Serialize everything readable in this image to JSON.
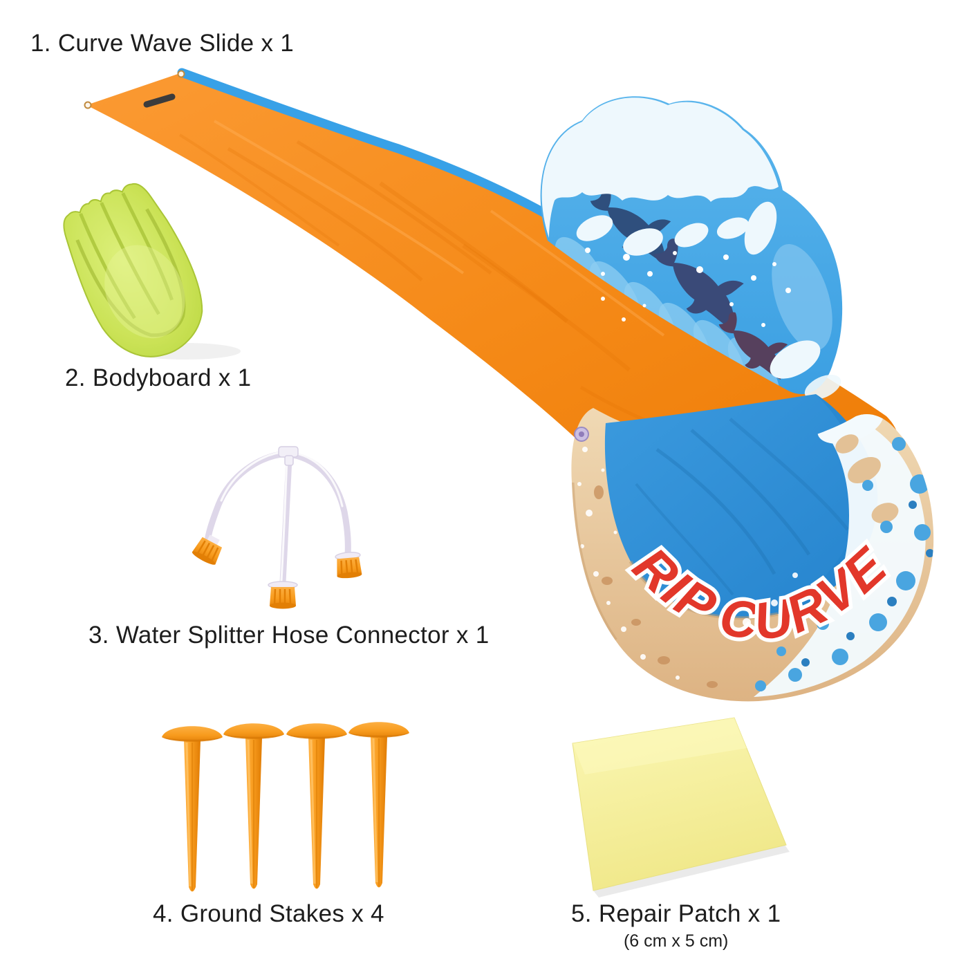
{
  "canvas": {
    "background": "#ffffff"
  },
  "items": [
    {
      "label": "1. Curve Wave Slide x 1"
    },
    {
      "label": "2. Bodyboard x 1"
    },
    {
      "label": "3. Water Splitter Hose Connector x 1"
    },
    {
      "label": "4. Ground Stakes x 4"
    },
    {
      "label": "5. Repair Patch x 1",
      "note": "(6 cm x 5 cm)"
    }
  ],
  "graphics": {
    "pool_brand_text": "RIP CURVE",
    "colors": {
      "slide_orange": "#f58a18",
      "slide_edge_blue": "#38a1e7",
      "wave_wall_blue": "#45a8e8",
      "foam_white": "#eef8fd",
      "shark_navy": "#2f4f7d",
      "pool_water_blue": "#2b8fd9",
      "pool_rim_tan": "#e8cba1",
      "brand_red": "#e2372a",
      "bodyboard_green": "#c8e24c",
      "accessory_orange": "#f89a1d",
      "hose_clear": "#ded7e9",
      "patch_yellow": "#f7f2a0",
      "label_text": "#1d1d1d"
    }
  }
}
